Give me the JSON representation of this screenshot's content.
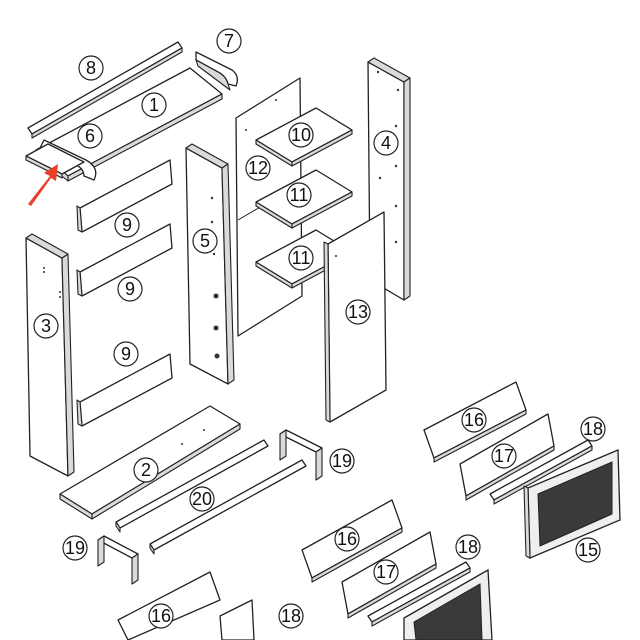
{
  "labels": [
    "1",
    "2",
    "3",
    "4",
    "5",
    "6",
    "7",
    "8",
    "9",
    "9",
    "9",
    "10",
    "11",
    "11",
    "12",
    "13",
    "15",
    "16",
    "16",
    "16",
    "17",
    "17",
    "18",
    "18",
    "18",
    "19",
    "19",
    "20"
  ],
  "colors": {
    "line": "#222222",
    "arrow": "#e8402a",
    "mesh": "#3a3a3a"
  },
  "icons": {
    "pointer": "red-arrow-icon"
  }
}
